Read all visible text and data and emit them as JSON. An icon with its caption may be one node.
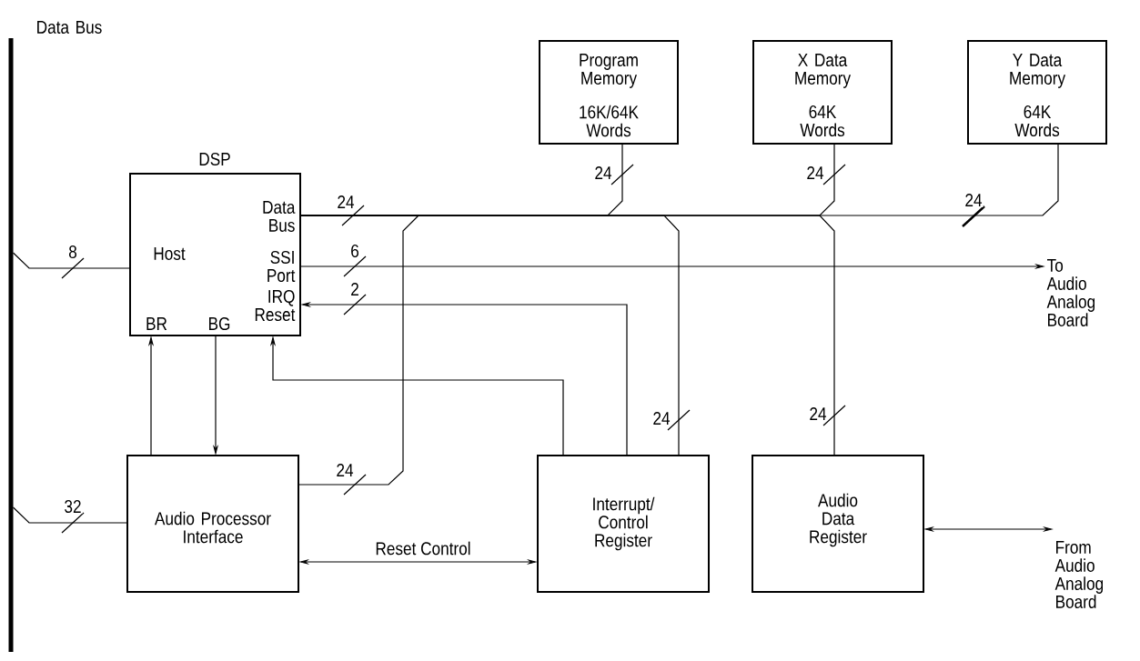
{
  "diagram": {
    "nodes": [
      {
        "text": [
          "Data Bus"
        ]
      },
      {
        "text": [
          "DSP",
          "Host",
          "Data Bus",
          "SSI Port",
          "IRQ Reset",
          "BR",
          "BG"
        ]
      },
      {
        "text": [
          "Program Memory",
          "16K/64K Words"
        ]
      },
      {
        "text": [
          "X Data Memory",
          "64K Words"
        ]
      },
      {
        "text": [
          "Y Data Memory",
          "64K Words"
        ]
      },
      {
        "text": [
          "Audio Processor Interface"
        ]
      },
      {
        "text": [
          "Interrupt/ Control Register"
        ]
      },
      {
        "text": [
          "Audio Data Register"
        ]
      },
      {
        "text": [
          "To Audio Analog Board"
        ]
      },
      {
        "text": [
          "From Audio Analog Board"
        ]
      }
    ],
    "edges": [
      {
        "from": 0,
        "to": 1,
        "arrow": "none",
        "label": "8"
      },
      {
        "from": 0,
        "to": 5,
        "arrow": "none",
        "label": "32"
      },
      {
        "from": 1,
        "to": 2,
        "arrow": "none",
        "label": "24"
      },
      {
        "from": 1,
        "to": 3,
        "arrow": "none",
        "label": "24"
      },
      {
        "from": 1,
        "to": 4,
        "arrow": "none",
        "label": "24"
      },
      {
        "from": 1,
        "to": 5,
        "arrow": "none",
        "label": "24"
      },
      {
        "from": 1,
        "to": 6,
        "arrow": "none",
        "label": "24"
      },
      {
        "from": 1,
        "to": 7,
        "arrow": "none",
        "label": "24"
      },
      {
        "from": 1,
        "to": 8,
        "arrow": "to",
        "label": "6"
      },
      {
        "from": 6,
        "to": 1,
        "arrow": "to",
        "label": "2"
      },
      {
        "from": 6,
        "to": 1,
        "arrow": "to"
      },
      {
        "from": 5,
        "to": 1,
        "arrow": "to"
      },
      {
        "from": 1,
        "to": 5,
        "arrow": "to"
      },
      {
        "from": 5,
        "to": 6,
        "arrow": "both",
        "label": "Reset Control"
      },
      {
        "from": 7,
        "to": 9,
        "arrow": "both"
      }
    ],
    "labels": [
      "24"
    ]
  }
}
